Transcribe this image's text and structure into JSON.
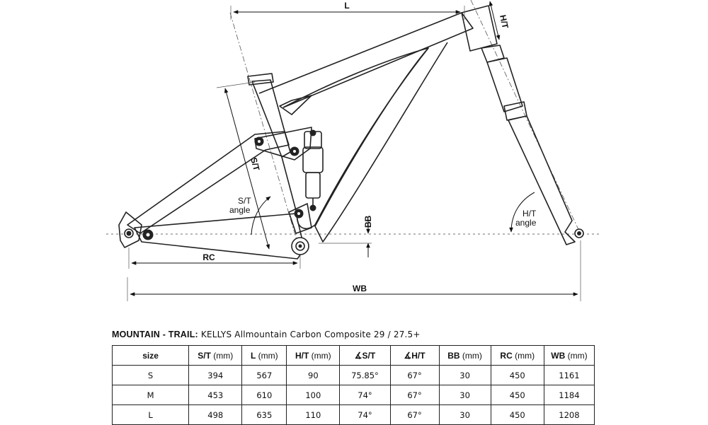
{
  "diagram": {
    "labels": {
      "L": "L",
      "HT": "H/T",
      "ST": "S/T",
      "ST_angle_1": "S/T",
      "ST_angle_2": "angle",
      "HT_angle_1": "H/T",
      "HT_angle_2": "angle",
      "BB": "BB",
      "RC": "RC",
      "WB": "WB"
    }
  },
  "spec": {
    "category": "MOUNTAIN - TRAIL:",
    "model": "KELLYS Allmountain Carbon Composite 29 / 27.5+",
    "columns": [
      {
        "name": "size",
        "unit": ""
      },
      {
        "name": "S/T",
        "unit": "(mm)"
      },
      {
        "name": "L",
        "unit": "(mm)"
      },
      {
        "name": "H/T",
        "unit": "(mm)"
      },
      {
        "name": "∡S/T",
        "unit": ""
      },
      {
        "name": "∡H/T",
        "unit": ""
      },
      {
        "name": "BB",
        "unit": "(mm)"
      },
      {
        "name": "RC",
        "unit": "(mm)"
      },
      {
        "name": "WB",
        "unit": "(mm)"
      }
    ],
    "rows": [
      [
        "S",
        "394",
        "567",
        "90",
        "75.85°",
        "67°",
        "30",
        "450",
        "1161"
      ],
      [
        "M",
        "453",
        "610",
        "100",
        "74°",
        "67°",
        "30",
        "450",
        "1184"
      ],
      [
        "L",
        "498",
        "635",
        "110",
        "74°",
        "67°",
        "30",
        "450",
        "1208"
      ]
    ]
  }
}
